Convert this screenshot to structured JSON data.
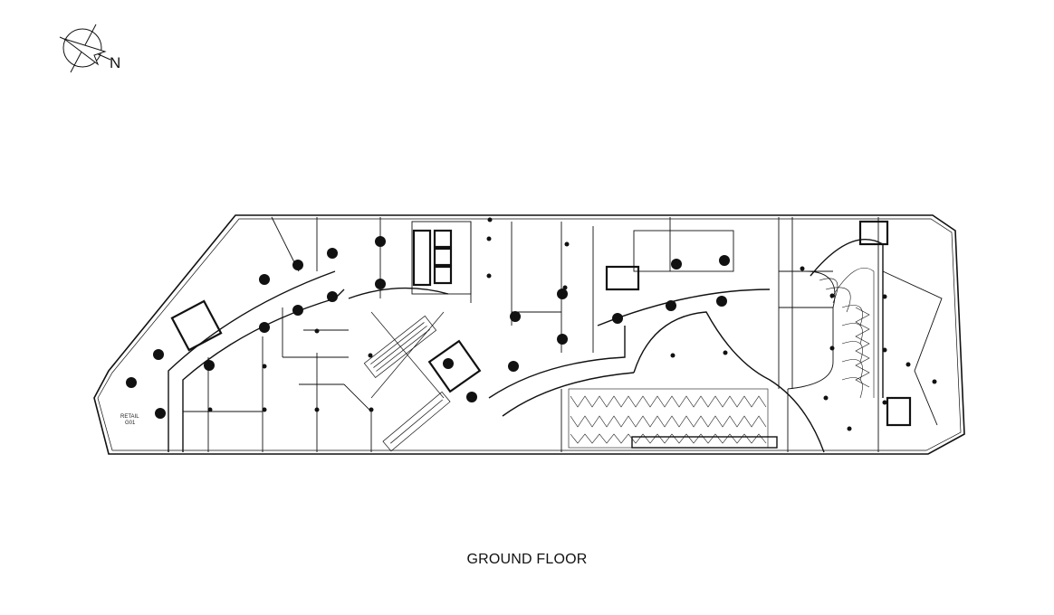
{
  "drawing": {
    "title": "GROUND FLOOR",
    "north_arrow": {
      "label": "N",
      "icon": "north-arrow-icon"
    },
    "labeled_units": [
      {
        "name": "RETAIL",
        "number": "G01"
      }
    ],
    "features": [
      "columns",
      "staircases",
      "elevators",
      "escalators",
      "parking-ramp",
      "spiral-ramp",
      "curved-driveway",
      "corridor"
    ]
  },
  "colors": {
    "line": "#111111",
    "background": "#ffffff"
  }
}
